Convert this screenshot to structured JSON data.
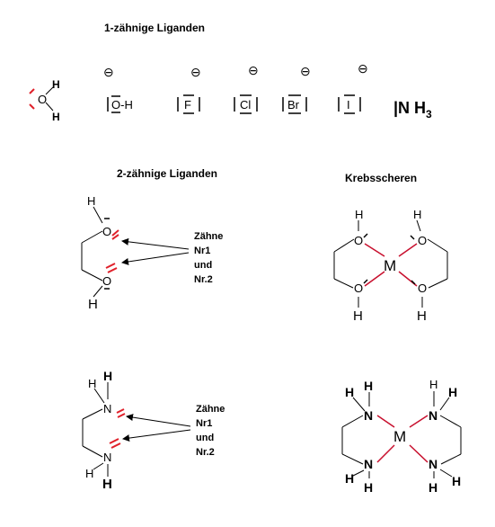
{
  "headings": {
    "monodentate": "1-zähnige Liganden",
    "bidentate": "2-zähnige Liganden",
    "chelate": "Krebsscheren"
  },
  "atoms": {
    "oxygen": "O",
    "hydrogen": "H",
    "nitrogen": "N",
    "metal": "M"
  },
  "ligands": {
    "charge": "⊖",
    "hydroxide": "O-H",
    "fluoride": "F",
    "chloride": "Cl",
    "bromide": "Br",
    "iodide": "I",
    "ammonia_n": "|N H",
    "ammonia_sub": "3"
  },
  "annotation": {
    "line1": "Zähne",
    "line2": "Nr1",
    "line3": "und",
    "line4": "Nr.2"
  },
  "colors": {
    "bond": "#000000",
    "lone_pair": "#e0202a",
    "coordination": "#c8102e"
  }
}
